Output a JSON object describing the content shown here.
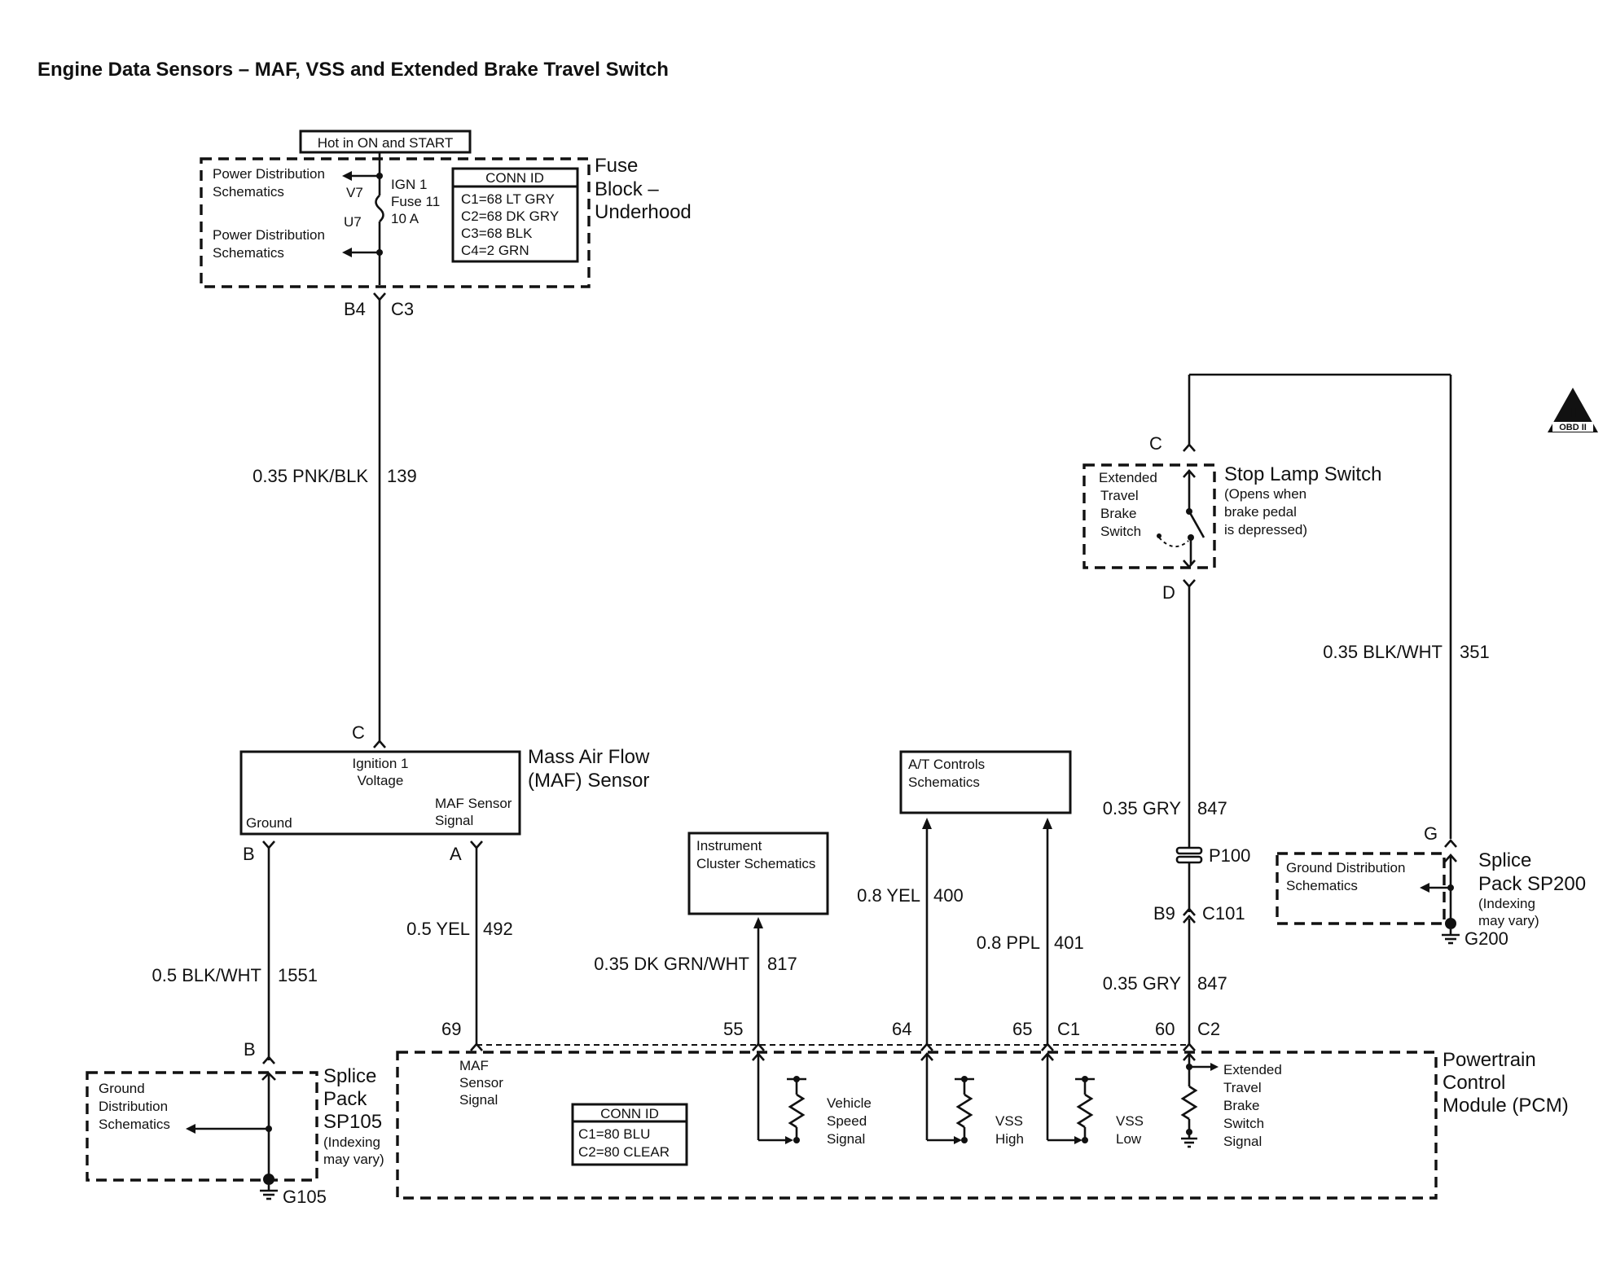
{
  "title": "Engine Data Sensors – MAF, VSS and Extended Brake Travel Switch",
  "fuse_block": {
    "hot_label": "Hot in ON and START",
    "name": [
      "Fuse",
      "Block –",
      "Underhood"
    ],
    "pd_top": [
      "Power Distribution",
      "Schematics"
    ],
    "pd_bottom": [
      "Power Distribution",
      "Schematics"
    ],
    "v7": "V7",
    "u7": "U7",
    "fuse": [
      "IGN 1",
      "Fuse 11",
      "10 A"
    ],
    "conn_id_title": "CONN ID",
    "conn_ids": [
      "C1=68 LT GRY",
      "C2=68 DK GRY",
      "C3=68 BLK",
      "C4=2 GRN"
    ],
    "pin_b4": "B4",
    "pin_c3": "C3"
  },
  "wires": {
    "w139": {
      "gauge_color": "0.35 PNK/BLK",
      "circuit": "139"
    },
    "w1551": {
      "gauge_color": "0.5 BLK/WHT",
      "circuit": "1551"
    },
    "w492": {
      "gauge_color": "0.5 YEL",
      "circuit": "492"
    },
    "w817": {
      "gauge_color": "0.35 DK GRN/WHT",
      "circuit": "817"
    },
    "w400": {
      "gauge_color": "0.8 YEL",
      "circuit": "400"
    },
    "w401": {
      "gauge_color": "0.8 PPL",
      "circuit": "401"
    },
    "w847a": {
      "gauge_color": "0.35 GRY",
      "circuit": "847"
    },
    "w847b": {
      "gauge_color": "0.35 GRY",
      "circuit": "847"
    },
    "w351": {
      "gauge_color": "0.35 BLK/WHT",
      "circuit": "351"
    }
  },
  "maf": {
    "name": [
      "Mass Air Flow",
      "(MAF) Sensor"
    ],
    "pin_c": "C",
    "ign_label": [
      "Ignition 1",
      "Voltage"
    ],
    "ground_label": "Ground",
    "signal_label": [
      "MAF Sensor",
      "Signal"
    ],
    "pin_b": "B",
    "pin_a": "A"
  },
  "sp105": {
    "pin_b": "B",
    "gd": [
      "Ground",
      "Distribution",
      "Schematics"
    ],
    "name": [
      "Splice",
      "Pack",
      "SP105"
    ],
    "note": [
      "(Indexing",
      "may vary)"
    ],
    "ground": "G105"
  },
  "instrument": [
    "Instrument",
    "Cluster Schematics"
  ],
  "at_controls": [
    "A/T Controls",
    "Schematics"
  ],
  "stop_lamp": {
    "pin_c": "C",
    "pin_d": "D",
    "switch_label": [
      "Extended",
      "Travel",
      "Brake",
      "Switch"
    ],
    "name": "Stop Lamp Switch",
    "note": [
      "(Opens when",
      "brake pedal",
      "is depressed)"
    ]
  },
  "p100": "P100",
  "c101": {
    "pin": "B9",
    "name": "C101"
  },
  "sp200": {
    "pin_g": "G",
    "gd": [
      "Ground Distribution",
      "Schematics"
    ],
    "name": [
      "Splice",
      "Pack SP200"
    ],
    "note": [
      "(Indexing",
      "may vary)"
    ],
    "ground": "G200"
  },
  "pcm": {
    "name": [
      "Powertrain",
      "Control",
      "Module (PCM)"
    ],
    "pins": {
      "p69": "69",
      "p55": "55",
      "p64": "64",
      "p65": "65",
      "c1": "C1",
      "p60": "60",
      "c2": "C2"
    },
    "maf_signal": [
      "MAF",
      "Sensor",
      "Signal"
    ],
    "conn_id_title": "CONN ID",
    "conn_ids": [
      "C1=80 BLU",
      "C2=80 CLEAR"
    ],
    "vss": [
      "Vehicle",
      "Speed",
      "Signal"
    ],
    "vss_high": [
      "VSS",
      "High"
    ],
    "vss_low": [
      "VSS",
      "Low"
    ],
    "brake": [
      "Extended",
      "Travel",
      "Brake",
      "Switch",
      "Signal"
    ]
  },
  "obd_badge": {
    "roman": "II",
    "text": "OBD II"
  }
}
